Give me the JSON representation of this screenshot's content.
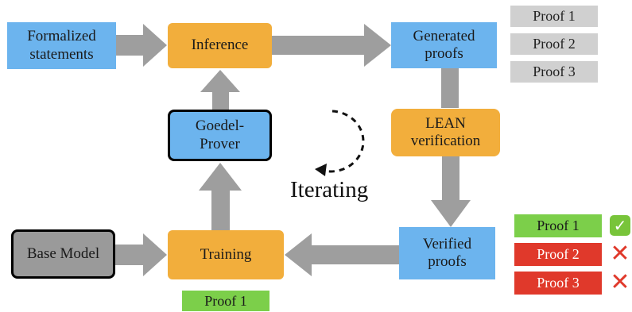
{
  "nodes": {
    "formalized": "Formalized\nstatements",
    "inference": "Inference",
    "generated": "Generated\nproofs",
    "lean": "LEAN\nverification",
    "goedel": "Goedel-\nProver",
    "verified": "Verified\nproofs",
    "base_model": "Base Model",
    "training": "Training"
  },
  "iterating_label": "Iterating",
  "generated_list": [
    "Proof 1",
    "Proof 2",
    "Proof 3"
  ],
  "verified_list": [
    {
      "label": "Proof 1",
      "status": "pass"
    },
    {
      "label": "Proof 2",
      "status": "fail"
    },
    {
      "label": "Proof 3",
      "status": "fail"
    }
  ],
  "training_proof": "Proof 1",
  "status_icons": {
    "pass": "check-mark-icon",
    "fail": "cross-mark-icon"
  },
  "colors": {
    "blue": "#6cb4ee",
    "orange": "#f2ae3c",
    "gray": "#9a9a9a",
    "arrow": "#9e9e9e",
    "green": "#7ccf4a",
    "red": "#e0392b"
  }
}
